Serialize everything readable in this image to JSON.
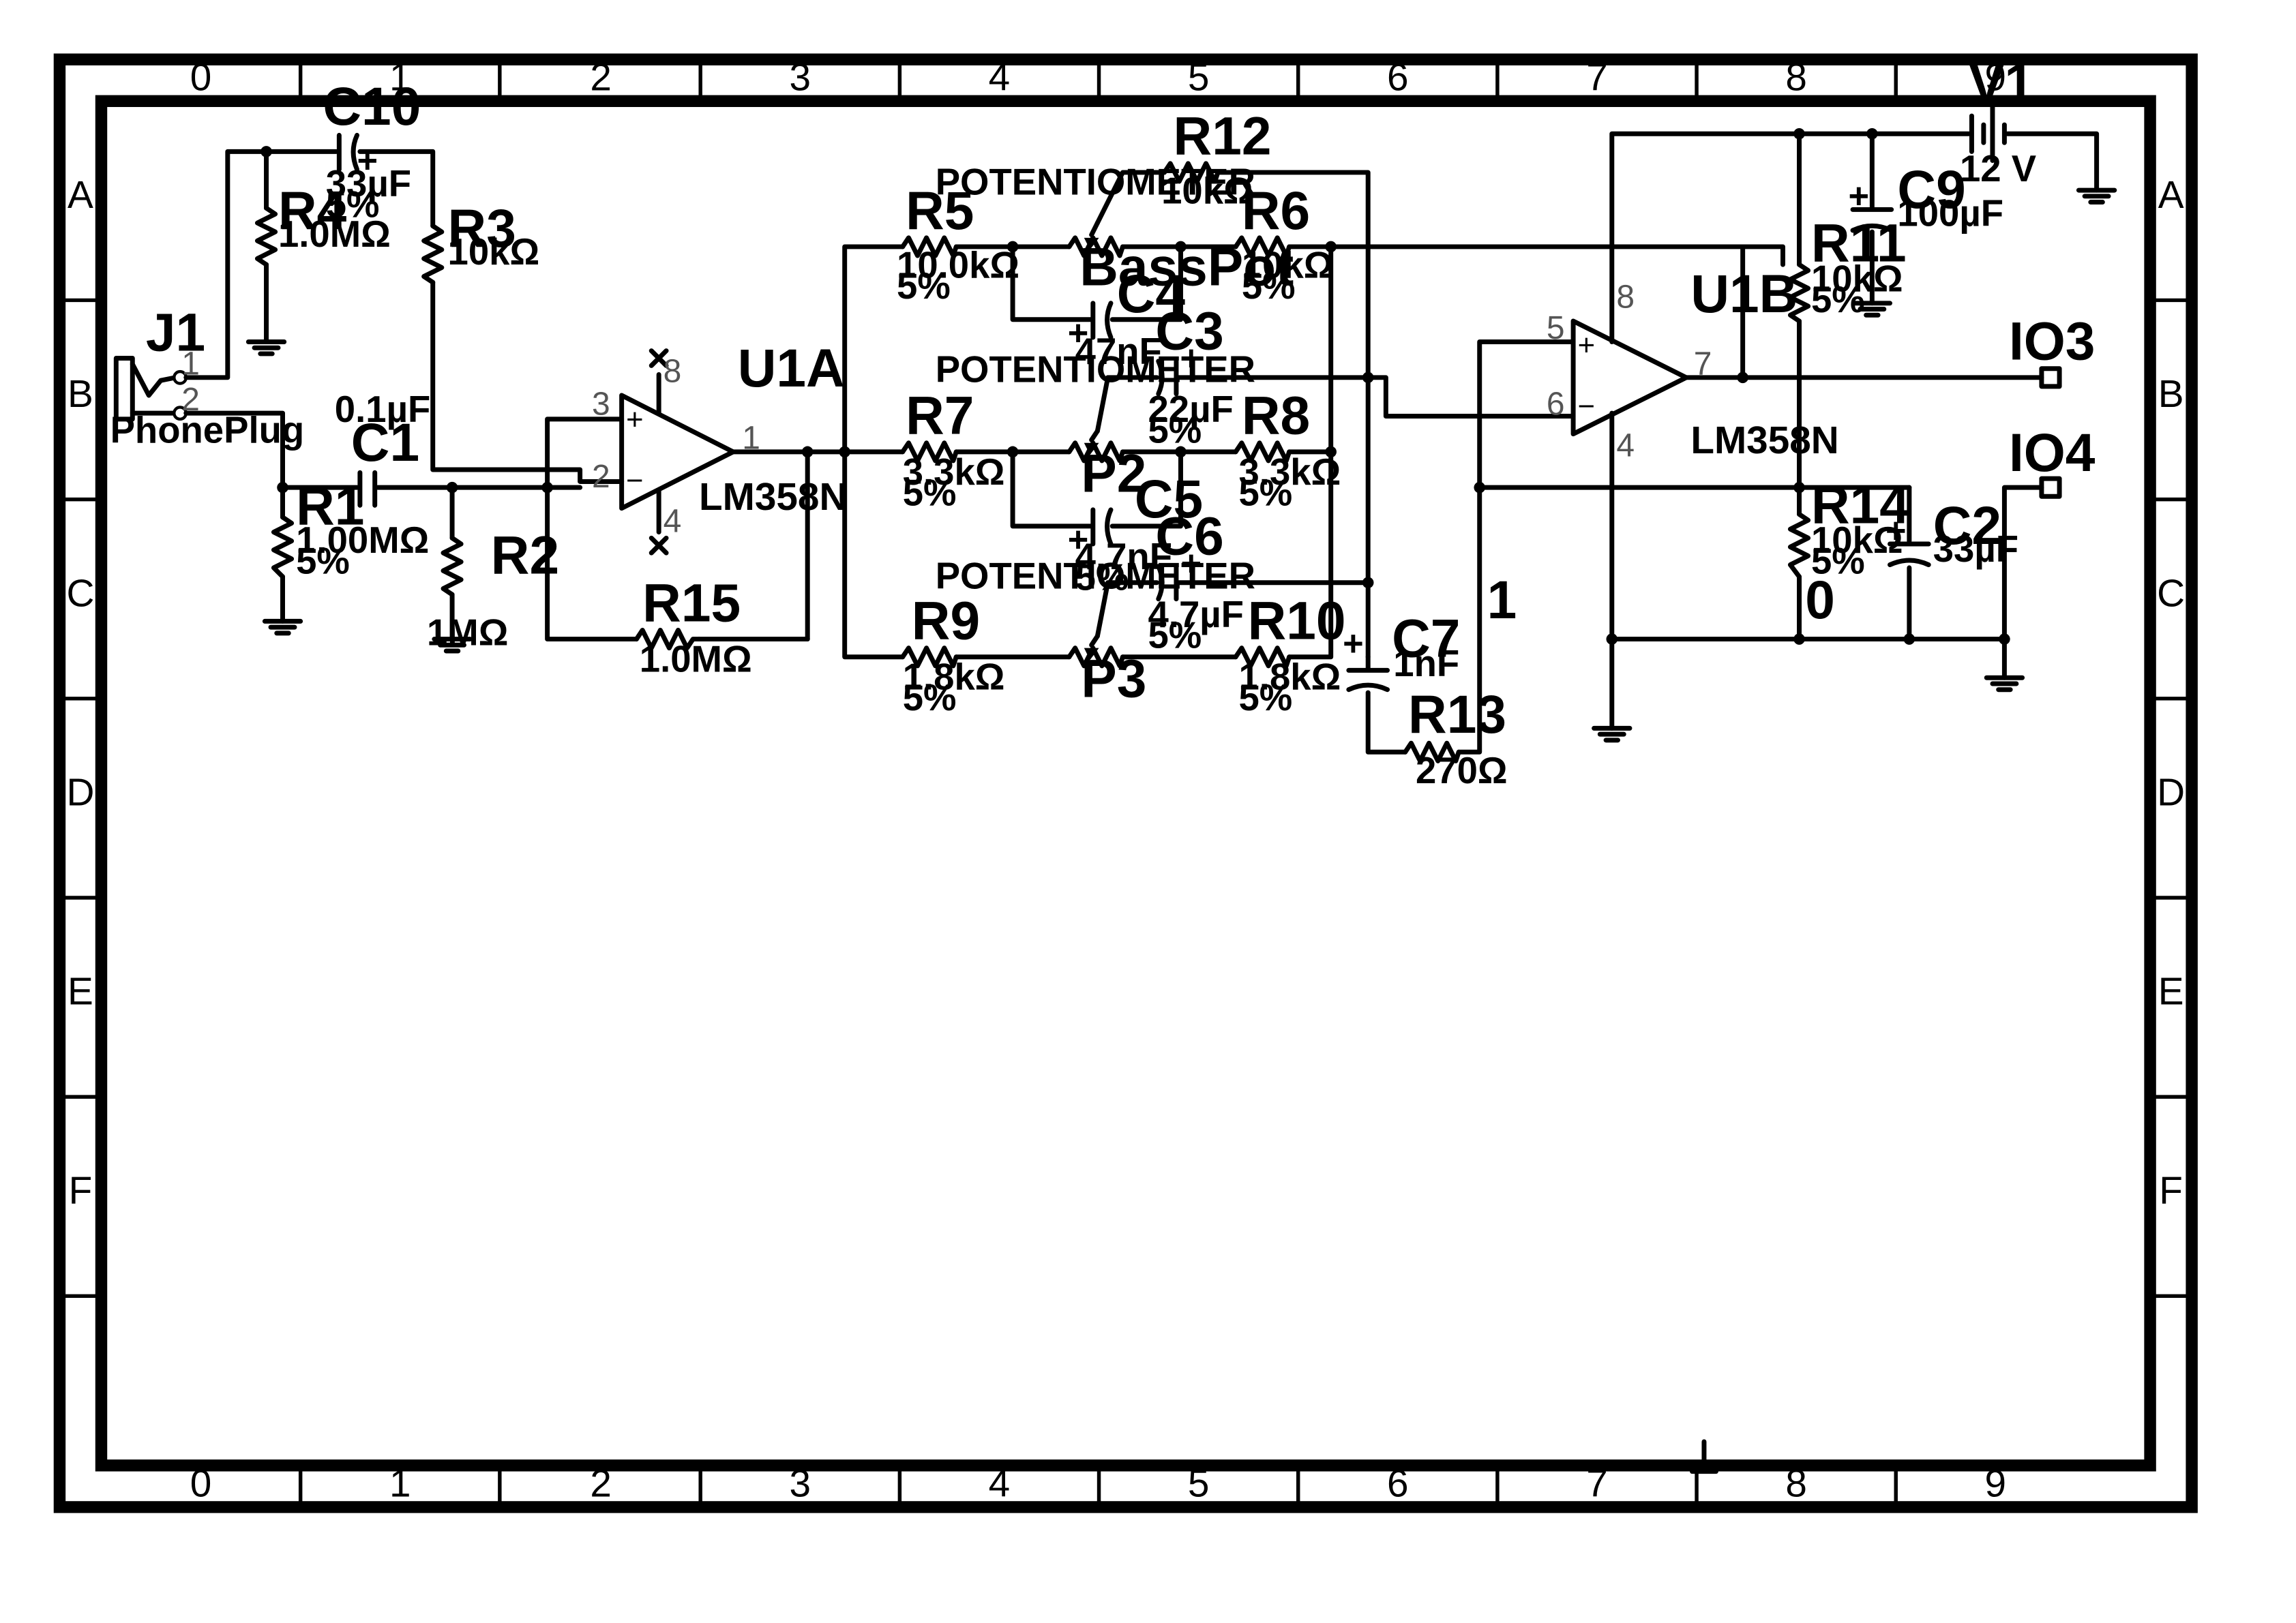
{
  "frame": {
    "columns": [
      "0",
      "1",
      "2",
      "3",
      "4",
      "5",
      "6",
      "7",
      "8",
      "9"
    ],
    "rows": [
      "A",
      "B",
      "C",
      "D",
      "E",
      "F"
    ]
  },
  "components": {
    "J1": {
      "ref": "J1",
      "value": "PhonePlug",
      "pin1": "1",
      "pin2": "2"
    },
    "C10": {
      "ref": "C10",
      "value": "33µF",
      "tol": "5%"
    },
    "R4": {
      "ref": "R4",
      "value": "1.0MΩ"
    },
    "R3": {
      "ref": "R3",
      "value": "10kΩ"
    },
    "C1": {
      "ref": "C1",
      "value": "0.1µF"
    },
    "R1": {
      "ref": "R1",
      "value": "1.00MΩ",
      "tol": "5%"
    },
    "R2": {
      "ref": "R2",
      "value": "1MΩ"
    },
    "U1A": {
      "ref": "U1A",
      "model": "LM358N",
      "pins": [
        "3",
        "2",
        "1",
        "8",
        "4"
      ]
    },
    "R15": {
      "ref": "R15",
      "value": "1.0MΩ"
    },
    "R5": {
      "ref": "R5",
      "value": "10.0kΩ",
      "tol": "5%"
    },
    "R12": {
      "ref": "R12",
      "value": "10kΩ"
    },
    "BassPot": {
      "ref": "BassPot",
      "label": "POTENTIOMETER"
    },
    "R6": {
      "ref": "R6",
      "value": "10kΩ",
      "tol": "5%"
    },
    "C4": {
      "ref": "C4",
      "value": "47nF"
    },
    "C3": {
      "ref": "C3",
      "value": "22µF",
      "tol": "5%"
    },
    "R7": {
      "ref": "R7",
      "value": "3.3kΩ",
      "tol": "5%"
    },
    "P2": {
      "ref": "P2",
      "label": "POTENTIOMETER"
    },
    "R8": {
      "ref": "R8",
      "value": "3.3kΩ",
      "tol": "5%"
    },
    "C5": {
      "ref": "C5",
      "value": "4.7nF",
      "tol": "5%"
    },
    "C6": {
      "ref": "C6",
      "value": "4.7µF",
      "tol": "5%"
    },
    "R9": {
      "ref": "R9",
      "value": "1.8kΩ",
      "tol": "5%"
    },
    "P3": {
      "ref": "P3",
      "label": "POTENTIOMETER"
    },
    "R10": {
      "ref": "R10",
      "value": "1.8kΩ",
      "tol": "5%"
    },
    "C7": {
      "ref": "C7",
      "value": "1nF"
    },
    "R13": {
      "ref": "R13",
      "value": "270Ω"
    },
    "U1B": {
      "ref": "U1B",
      "model": "LM358N",
      "pins": [
        "5",
        "6",
        "7",
        "8",
        "4"
      ]
    },
    "V1": {
      "ref": "V1",
      "value": "12 V"
    },
    "C9": {
      "ref": "C9",
      "value": "100µF"
    },
    "R11": {
      "ref": "R11",
      "value": "10kΩ",
      "tol": "5%"
    },
    "R14": {
      "ref": "R14",
      "value": "10kΩ",
      "tol": "5%"
    },
    "C2": {
      "ref": "C2",
      "value": "33µF"
    }
  },
  "nets": {
    "net1": "1",
    "net0": "0",
    "io3": "IO3",
    "io4": "IO4"
  }
}
